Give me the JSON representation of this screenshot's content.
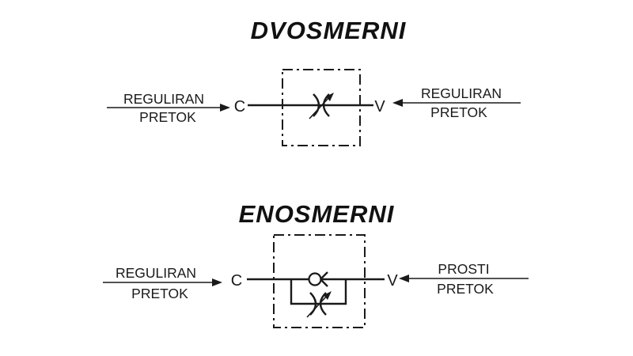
{
  "page": {
    "background": "#ffffff"
  },
  "colors": {
    "line": "#1a1a1a",
    "text": "#111111"
  },
  "diagrams": {
    "dvosmerni": {
      "title": "DVOSMERNI",
      "port_left": "C",
      "port_right": "V",
      "left_flow": {
        "line1": "REGULIRAN",
        "line2": "PRETOK"
      },
      "right_flow": {
        "line1": "REGULIRAN",
        "line2": "PRETOK"
      }
    },
    "enosmerni": {
      "title": "ENOSMERNI",
      "port_left": "C",
      "port_right": "V",
      "left_flow": {
        "line1": "REGULIRAN",
        "line2": "PRETOK"
      },
      "right_flow": {
        "line1": "PROSTI",
        "line2": "PRETOK"
      }
    }
  }
}
